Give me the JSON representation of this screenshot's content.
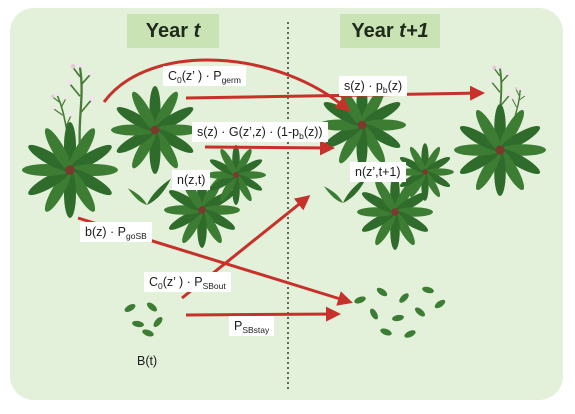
{
  "headers": {
    "left_prefix": "Year ",
    "left_var": "t",
    "right_prefix": "Year ",
    "right_var": "t+1"
  },
  "labels": {
    "germ": {
      "main": "C",
      "sub1": "0",
      "mid": "(z’ ) · P",
      "sub2": "germ"
    },
    "survive_flower": {
      "main": "s(z) · p",
      "sub1": "b",
      "mid": "(z)"
    },
    "survive_grow": "s(z) · G(z’,z) · (1-p",
    "survive_grow_sub": "b",
    "survive_grow_end": "(z))",
    "n_t": "n(z,t)",
    "n_t1": "n(z’,t+1)",
    "go_sb": {
      "main": "b(z) · P",
      "sub": "goSB"
    },
    "sb_out": {
      "main": "C",
      "sub1": "0",
      "mid": "(z’ ) · P",
      "sub2": "SBout"
    },
    "sb_stay": {
      "main": "P",
      "sub": "SBstay"
    },
    "seedbank": "B(t)"
  },
  "colors": {
    "panel": "#e3f0da",
    "header": "#c9e3b5",
    "arrow": "#c8302a",
    "plant": "#2f6b2a",
    "divider": "#3a4a35"
  }
}
